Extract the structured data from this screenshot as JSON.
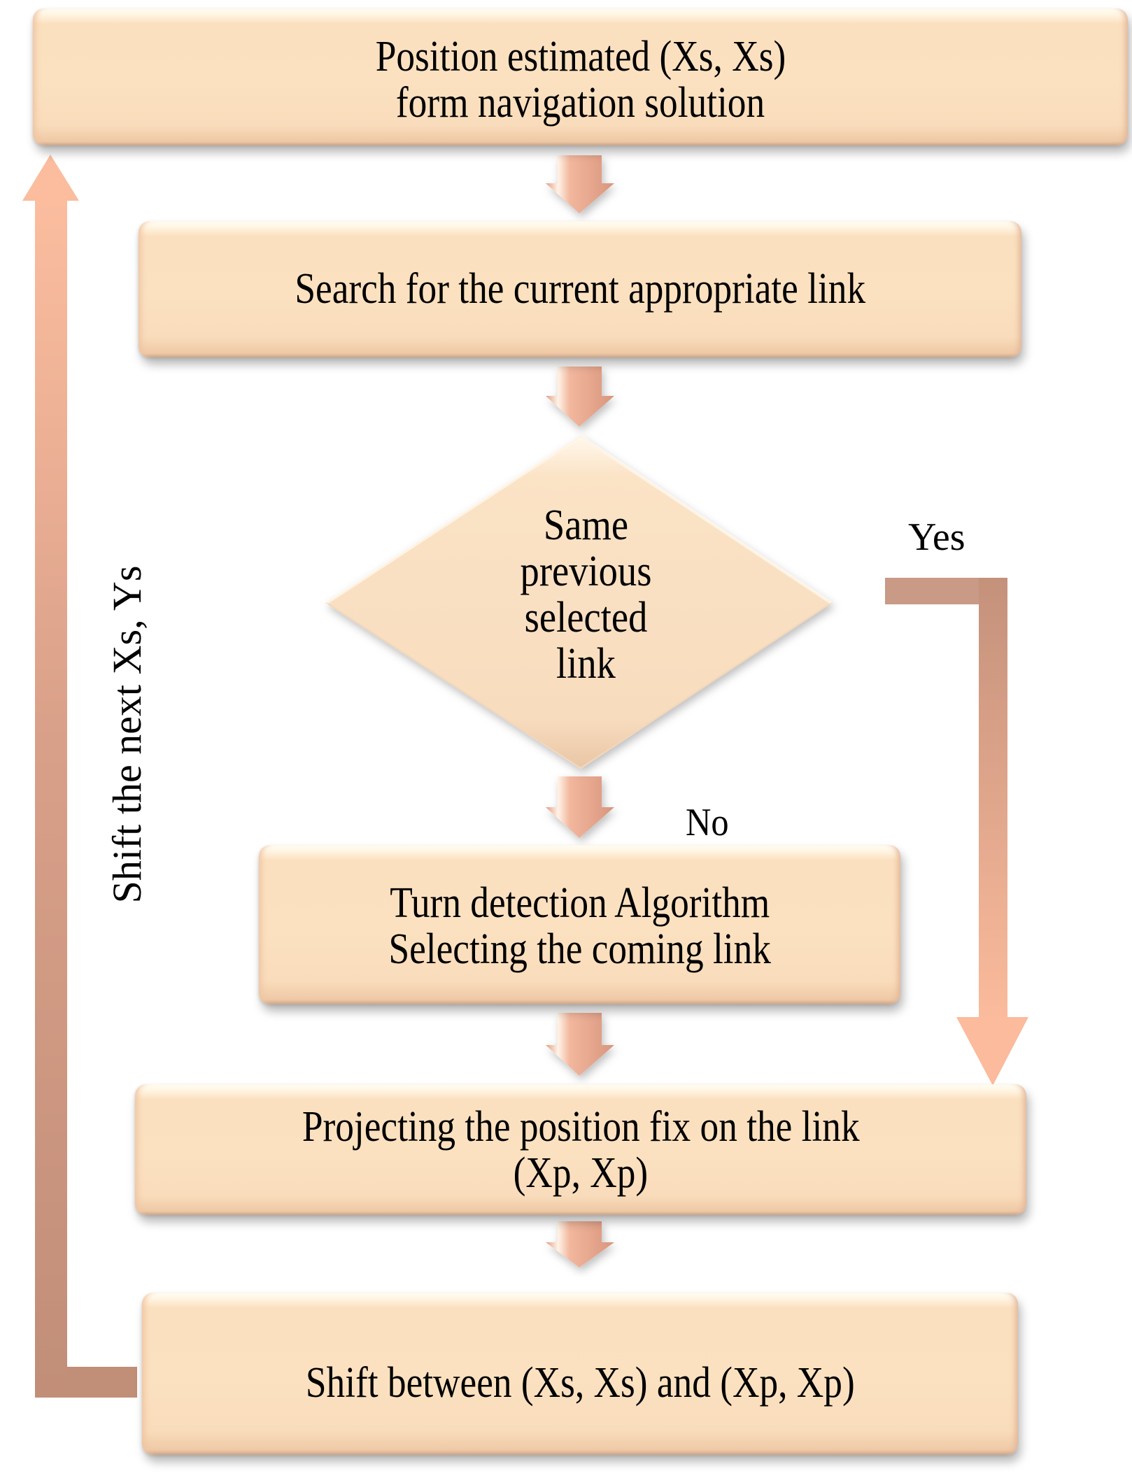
{
  "diagram": {
    "type": "flowchart",
    "colors": {
      "box_fill": "#fbe1c0",
      "box_highlight": "#fffdf6",
      "arrow_fill": "#eaa78d",
      "connector_dark": "#c4907a",
      "connector_light": "#fbbb9c",
      "text": "#000000"
    },
    "nodes": {
      "estimate": {
        "lines": [
          "Position estimated (Xs, Xs)",
          "form navigation solution"
        ]
      },
      "search": {
        "lines": [
          "Search for the current appropriate link"
        ]
      },
      "decision": {
        "lines": [
          "Same",
          "previous",
          "selected",
          "link"
        ]
      },
      "turn_detection": {
        "lines": [
          "Turn detection Algorithm",
          "Selecting the coming link"
        ]
      },
      "projecting": {
        "lines": [
          "Projecting the position fix on the link",
          "(Xp, Xp)"
        ]
      },
      "shift": {
        "lines": [
          "Shift between (Xs, Xs) and (Xp, Xp)"
        ]
      }
    },
    "edge_labels": {
      "yes": "Yes",
      "no": "No",
      "feedback": "Shift the next Xs, Ys"
    }
  }
}
